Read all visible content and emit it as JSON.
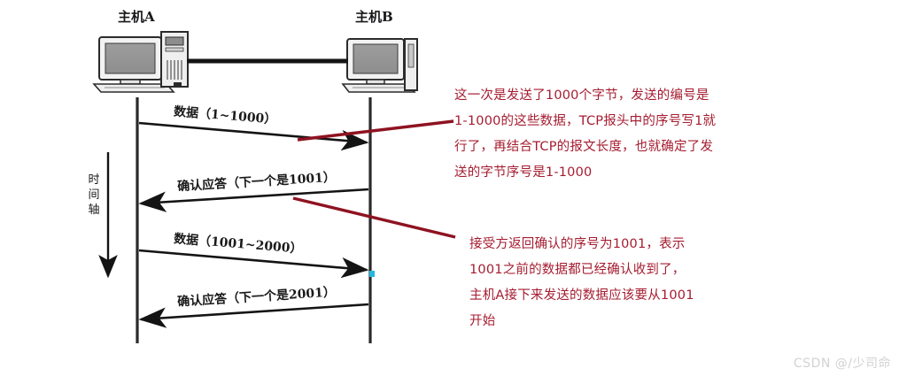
{
  "figure": {
    "type": "tcp-sequence-diagram",
    "background_color": "#ffffff",
    "annotation_color": "#a51c30",
    "line_color": "#1a1a1a",
    "marker_color": "#22b8e0"
  },
  "hosts": {
    "a": {
      "label": "主机A",
      "icon": "desktop-computer-icon"
    },
    "b": {
      "label": "主机B",
      "icon": "desktop-computer-icon"
    }
  },
  "time_axis": {
    "label": "时间轴",
    "direction": "downward"
  },
  "messages": [
    {
      "label": "数据（1~1000）",
      "direction": "a-to-b",
      "kind": "data"
    },
    {
      "label": "确认应答（下一个是1001）",
      "direction": "b-to-a",
      "kind": "ack"
    },
    {
      "label": "数据（1001~2000）",
      "direction": "a-to-b",
      "kind": "data"
    },
    {
      "label": "确认应答（下一个是2001）",
      "direction": "b-to-a",
      "kind": "ack"
    }
  ],
  "annotations": [
    {
      "target": "数据（1~1000）",
      "lines": [
        "这一次是发送了1000个字节，发送的编号是",
        "1-1000的这些数据，TCP报头中的序号写1就",
        "行了，再结合TCP的报文长度，也就确定了发",
        "送的字节序号是1-1000"
      ]
    },
    {
      "target": "确认应答（下一个是1001）",
      "lines": [
        "接受方返回确认的序号为1001，表示",
        "1001之前的数据都已经确认收到了，",
        "主机A接下来发送的数据应该要从1001",
        "开始"
      ]
    }
  ],
  "watermark": "CSDN @/少司命"
}
